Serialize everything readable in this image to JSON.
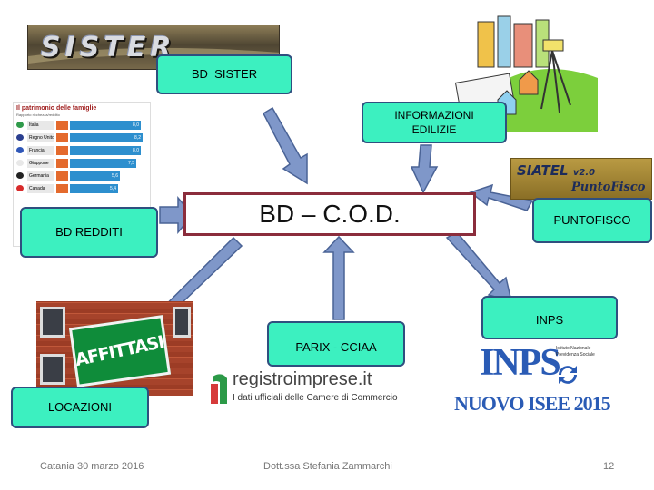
{
  "nodes": {
    "center": "BD – C.O.D.",
    "sister": "BD  SISTER",
    "edilizie_line1": "INFORMAZIONI",
    "edilizie_line2": "EDILIZIE",
    "redditi": "BD REDDITI",
    "puntofisco": "PUNTOFISCO",
    "inps": "INPS",
    "parix": "PARIX - CCIAA",
    "locazioni": "LOCAZIONI"
  },
  "images": {
    "sister_logo": "SISTER",
    "table_title": "Il patrimonio delle famiglie",
    "table_subtitle": "Rapporto ricchezza/reddito",
    "table_countries": [
      "Italia",
      "Regno Unito",
      "Francia",
      "Giappone",
      "Germania",
      "Canada"
    ],
    "table_values": [
      "8,0",
      "8,2",
      "8,0",
      "7,5",
      "5,6",
      "5,4"
    ],
    "affittasi_sign": "AFFITTASI",
    "siatel_line1": "SIATEL",
    "siatel_version": "v2.0",
    "siatel_line2": "PuntoFisco",
    "registro_name": "registroimprese.it",
    "registro_tag": "I dati ufficiali delle Camere di Commercio",
    "inps_logo": "INPS",
    "inps_small": "Istituto Nazionale Previdenza Sociale",
    "inps_isee": "NUOVO ISEE 2015"
  },
  "footer": {
    "left": "Catania 30 marzo 2016",
    "center": "Dott.ssa Stefania Zammarchi",
    "page": "12"
  },
  "colors": {
    "box_fill": "#3cf0c0",
    "box_border": "#2f4f7f",
    "center_border": "#8b2d3c",
    "arrow_fill": "#7f97c9",
    "arrow_stroke": "#4a6396"
  }
}
